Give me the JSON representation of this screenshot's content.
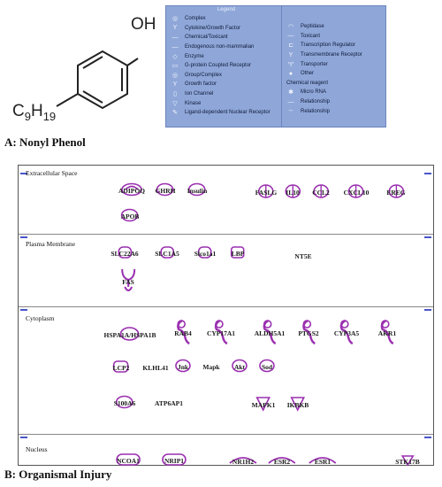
{
  "molecule": {
    "oh_label": "OH",
    "chain_base": "C",
    "chain_sub1": "9",
    "chain_h": "H",
    "chain_sub2": "19"
  },
  "legend": {
    "title": "Legend",
    "left_items": [
      {
        "label": "Complex",
        "icon": "circle-icon"
      },
      {
        "label": "Cytokine/Growth Factor",
        "icon": "cytokine-icon"
      },
      {
        "label": "Chemical/Toxicant",
        "icon": "dash-icon"
      },
      {
        "label": "Endogenous non-mammalian",
        "icon": "dash-icon"
      },
      {
        "label": "Enzyme",
        "icon": "enzyme-icon"
      },
      {
        "label": "G-protein Coupled Receptor",
        "icon": "gpcr-icon"
      },
      {
        "label": "Group/Complex",
        "icon": "circle-icon"
      },
      {
        "label": "Growth factor",
        "icon": "cytokine-icon"
      },
      {
        "label": "Ion Channel",
        "icon": "ion-channel-icon"
      },
      {
        "label": "Kinase",
        "icon": "kinase-icon"
      },
      {
        "label": "Ligand-dependent Nuclear Receptor",
        "icon": "nuclear-receptor-icon"
      }
    ],
    "right_items": [
      {
        "label": "Peptidase",
        "icon": "peptidase-icon"
      },
      {
        "label": "Toxicant",
        "icon": "dash-icon"
      },
      {
        "label": "Transcription Regulator",
        "icon": "transcription-icon"
      },
      {
        "label": "Transmembrane Receptor",
        "icon": "receptor-icon"
      },
      {
        "label": "Transporter",
        "icon": "transporter-icon"
      },
      {
        "label": "Other",
        "icon": "circle-icon"
      }
    ],
    "chemical_heading": "Chemical reagent",
    "right_items_2": [
      {
        "label": "Micro RNA",
        "icon": "microrna-icon"
      },
      {
        "label": "Relationship",
        "icon": "line-icon"
      },
      {
        "label": "Relationship",
        "icon": "dashed-line-icon"
      }
    ]
  },
  "captions": {
    "a": "A: Nonyl Phenol",
    "b": "B: Organismal Injury"
  },
  "compartments": {
    "extracellular": "Extracellular Space",
    "membrane": "Plasma Membrane",
    "cytoplasm": "Cytoplasm",
    "nucleus": "Nucleus"
  },
  "nodes": {
    "adipoq": "ADIPOQ",
    "ghrh": "GHRH",
    "insulin": "Insulin",
    "faslg": "FASLG",
    "il10": "IL10",
    "ccl2": "CCL2",
    "cxcl10": "CXCL10",
    "ereg": "EREG",
    "apob": "APOB",
    "slc22a6": "SLC22A6",
    "slc1a5": "SLC1A5",
    "slco1a1": "Slco1a1",
    "lbp": "LBP",
    "nt5e": "NT5E",
    "fas": "FAS",
    "hspa1a": "HSPA1A/HSPA1B",
    "rarb": "RAB4",
    "cyp17a1": "CYP17A1",
    "aldh5a1": "ALDH5A1",
    "ptgs2": "PTGS2",
    "cyp3a5": "CYP3A5",
    "akr1": "AKR1",
    "lcp2": "LCP2",
    "klhl41": "KLHL41",
    "jnk": "Jnk",
    "mapk": "Mapk",
    "akt": "Akt",
    "sod": "Sod",
    "s100a6": "S100A6",
    "atp6ap1": "ATP6AP1",
    "mapk1": "MAPK1",
    "ikbkb": "IKBKB",
    "ncoa1": "NCOA1",
    "nrip1": "NRIP1",
    "nr1h2": "NR1H2",
    "esr2": "ESR2",
    "esr1": "ESR1",
    "stk17b": "STK17B"
  }
}
